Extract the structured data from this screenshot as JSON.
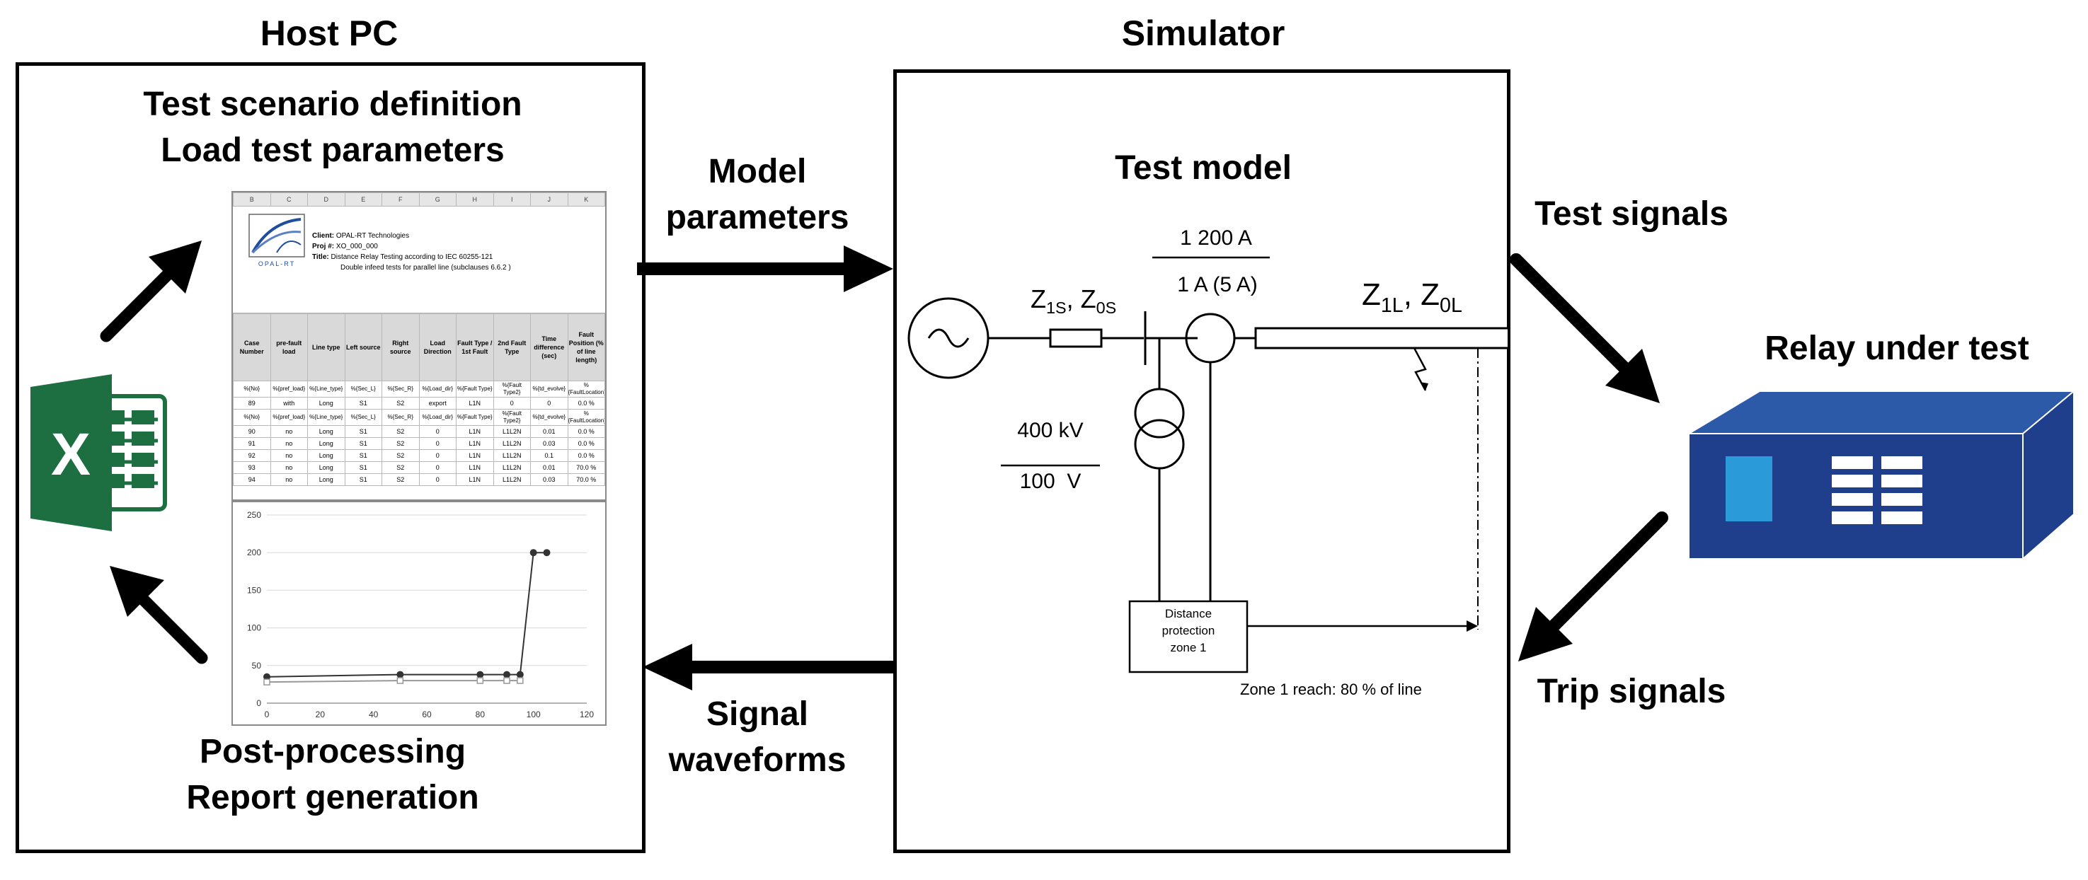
{
  "host_pc": {
    "title": "Host PC",
    "top_label": [
      "Test scenario definition",
      "Load test parameters"
    ],
    "bottom_label": [
      "Post-processing",
      "Report generation"
    ],
    "excel_icon_letter": "X"
  },
  "spreadsheet": {
    "column_letters": [
      "B",
      "C",
      "D",
      "E",
      "F",
      "G",
      "H",
      "I",
      "J",
      "K"
    ],
    "logo_text": "OPAL-RT",
    "info": [
      {
        "key": "Client:",
        "value": "OPAL-RT Technologies"
      },
      {
        "key": "Proj #:",
        "value": "XO_000_000"
      },
      {
        "key": "Title:",
        "value": "Distance Relay Testing according to IEC 60255-121"
      },
      {
        "key": "",
        "value": "Double infeed tests for parallel line (subclauses 6.6.2 )"
      }
    ],
    "headers": [
      "Case Number",
      "pre-fault load",
      "Line type",
      "Left source",
      "Right source",
      "Load Direction",
      "Fault Type / 1st Fault",
      "2nd Fault Type",
      "Time difference (sec)",
      "Fault Position (% of line length)"
    ],
    "placeholders_1": [
      "%{No}",
      "%{pref_load}",
      "%{Line_type}",
      "%{Sec_L}",
      "%{Sec_R}",
      "%{Load_dir}",
      "%{Fault Type}",
      "%{Fault Type2}",
      "%{td_evolve}",
      "%{FaultLocation}"
    ],
    "row_89": [
      "89",
      "with",
      "Long",
      "S1",
      "S2",
      "export",
      "L1N",
      "0",
      "0",
      "0.0 %"
    ],
    "placeholders_2": [
      "%{No}",
      "%{pref_load}",
      "%{Line_type}",
      "%{Sec_L}",
      "%{Sec_R}",
      "%{Load_dir}",
      "%{Fault Type}",
      "%{Fault Type2}",
      "%{td_evolve}",
      "%{FaultLocation}"
    ],
    "rows": [
      [
        "90",
        "no",
        "Long",
        "S1",
        "S2",
        "0",
        "L1N",
        "L1L2N",
        "0.01",
        "0.0 %"
      ],
      [
        "91",
        "no",
        "Long",
        "S1",
        "S2",
        "0",
        "L1N",
        "L1L2N",
        "0.03",
        "0.0 %"
      ],
      [
        "92",
        "no",
        "Long",
        "S1",
        "S2",
        "0",
        "L1N",
        "L1L2N",
        "0.1",
        "0.0 %"
      ],
      [
        "93",
        "no",
        "Long",
        "S1",
        "S2",
        "0",
        "L1N",
        "L1L2N",
        "0.01",
        "70.0 %"
      ],
      [
        "94",
        "no",
        "Long",
        "S1",
        "S2",
        "0",
        "L1N",
        "L1L2N",
        "0.03",
        "70.0 %"
      ]
    ]
  },
  "chart_data": {
    "type": "line",
    "title": "",
    "xlabel": "",
    "ylabel": "",
    "xlim": [
      0,
      120
    ],
    "ylim": [
      0,
      250
    ],
    "x_ticks": [
      "0",
      "20",
      "40",
      "60",
      "80",
      "100",
      "120"
    ],
    "y_ticks": [
      "0",
      "50",
      "100",
      "150",
      "200",
      "250"
    ],
    "grid": "horizontal",
    "series": [
      {
        "color": "#333333",
        "x": [
          0,
          50,
          80,
          90,
          95,
          100,
          105
        ],
        "y": [
          35,
          38,
          38,
          38,
          38,
          200,
          200
        ]
      },
      {
        "color": "#999999",
        "x": [
          0,
          50,
          80,
          90,
          95
        ],
        "y": [
          28,
          30,
          30,
          30,
          30
        ]
      }
    ]
  },
  "arrows": {
    "model_parameters": [
      "Model",
      "parameters"
    ],
    "signal_waveforms": [
      "Signal",
      "waveforms"
    ],
    "test_signals": "Test signals",
    "trip_signals": "Trip signals"
  },
  "simulator": {
    "title": "Simulator",
    "model_label": "Test model",
    "source_impedance": "Z1S, Z0S",
    "line_impedance": "Z1L, Z0L",
    "ct_ratio_top": "1 200 A",
    "ct_ratio_bottom": "1 A (5 A)",
    "vt_ratio_top": "400 kV",
    "vt_ratio_bottom": "100  V",
    "protection_box": [
      "Distance",
      "protection",
      "zone 1"
    ],
    "zone_reach": "Zone 1 reach: 80 % of line"
  },
  "relay": {
    "label": "Relay under test",
    "colors": {
      "body": "#1f3f8c",
      "top": "#2c5aa8",
      "display": "#2a9bd8",
      "buttons": "#ffffff"
    }
  }
}
